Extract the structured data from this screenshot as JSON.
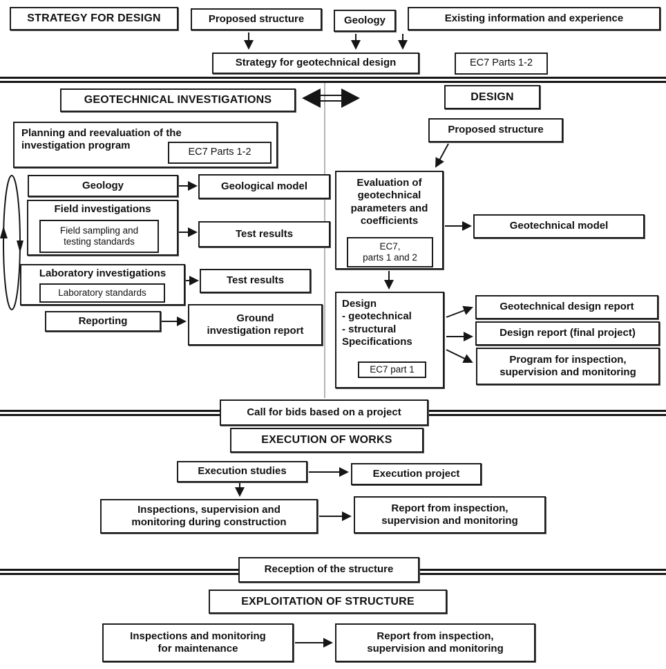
{
  "colors": {
    "ink": "#1c1c1c",
    "background": "#ffffff",
    "divider": "#b5b5b5"
  },
  "strategy": {
    "title": "STRATEGY FOR DESIGN",
    "proposed_structure": "Proposed structure",
    "geology": "Geology",
    "existing_info": "Existing information and experience",
    "strategy_box": "Strategy for geotechnical design",
    "ec7": "EC7 Parts 1-2"
  },
  "investigations": {
    "header": "GEOTECHNICAL INVESTIGATIONS",
    "planning": "Planning and reevaluation of the\ninvestigation program",
    "planning_ec7": "EC7 Parts 1-2",
    "geology": "Geology",
    "geological_model": "Geological model",
    "field_title": "Field investigations",
    "field_standards": "Field sampling and\ntesting standards",
    "field_test_results": "Test results",
    "lab_title": "Laboratory investigations",
    "lab_standards": "Laboratory standards",
    "lab_test_results": "Test results",
    "reporting": "Reporting",
    "ground_report": "Ground\ninvestigation report"
  },
  "design": {
    "header": "DESIGN",
    "proposed_structure": "Proposed structure",
    "evaluation": "Evaluation of\ngeotechnical\nparameters and\ncoefficients",
    "evaluation_ec7": "EC7,\nparts 1 and 2",
    "geotechnical_model": "Geotechnical model",
    "design_box": "Design\n- geotechnical\n- structural\nSpecifications",
    "design_ec7": "EC7 part 1",
    "report_geotechnical": "Geotechnical design report",
    "report_final": "Design report (final project)",
    "report_program": "Program for inspection,\nsupervision and monitoring"
  },
  "execution": {
    "call_for_bids": "Call for bids based on a project",
    "header": "EXECUTION OF WORKS",
    "studies": "Execution studies",
    "project": "Execution project",
    "inspections": "Inspections, supervision and\nmonitoring during construction",
    "report": "Report from inspection,\nsupervision and monitoring"
  },
  "exploitation": {
    "reception": "Reception of the structure",
    "header": "EXPLOITATION OF STRUCTURE",
    "maintenance": "Inspections and monitoring\nfor maintenance",
    "report": "Report from inspection,\nsupervision and monitoring"
  }
}
